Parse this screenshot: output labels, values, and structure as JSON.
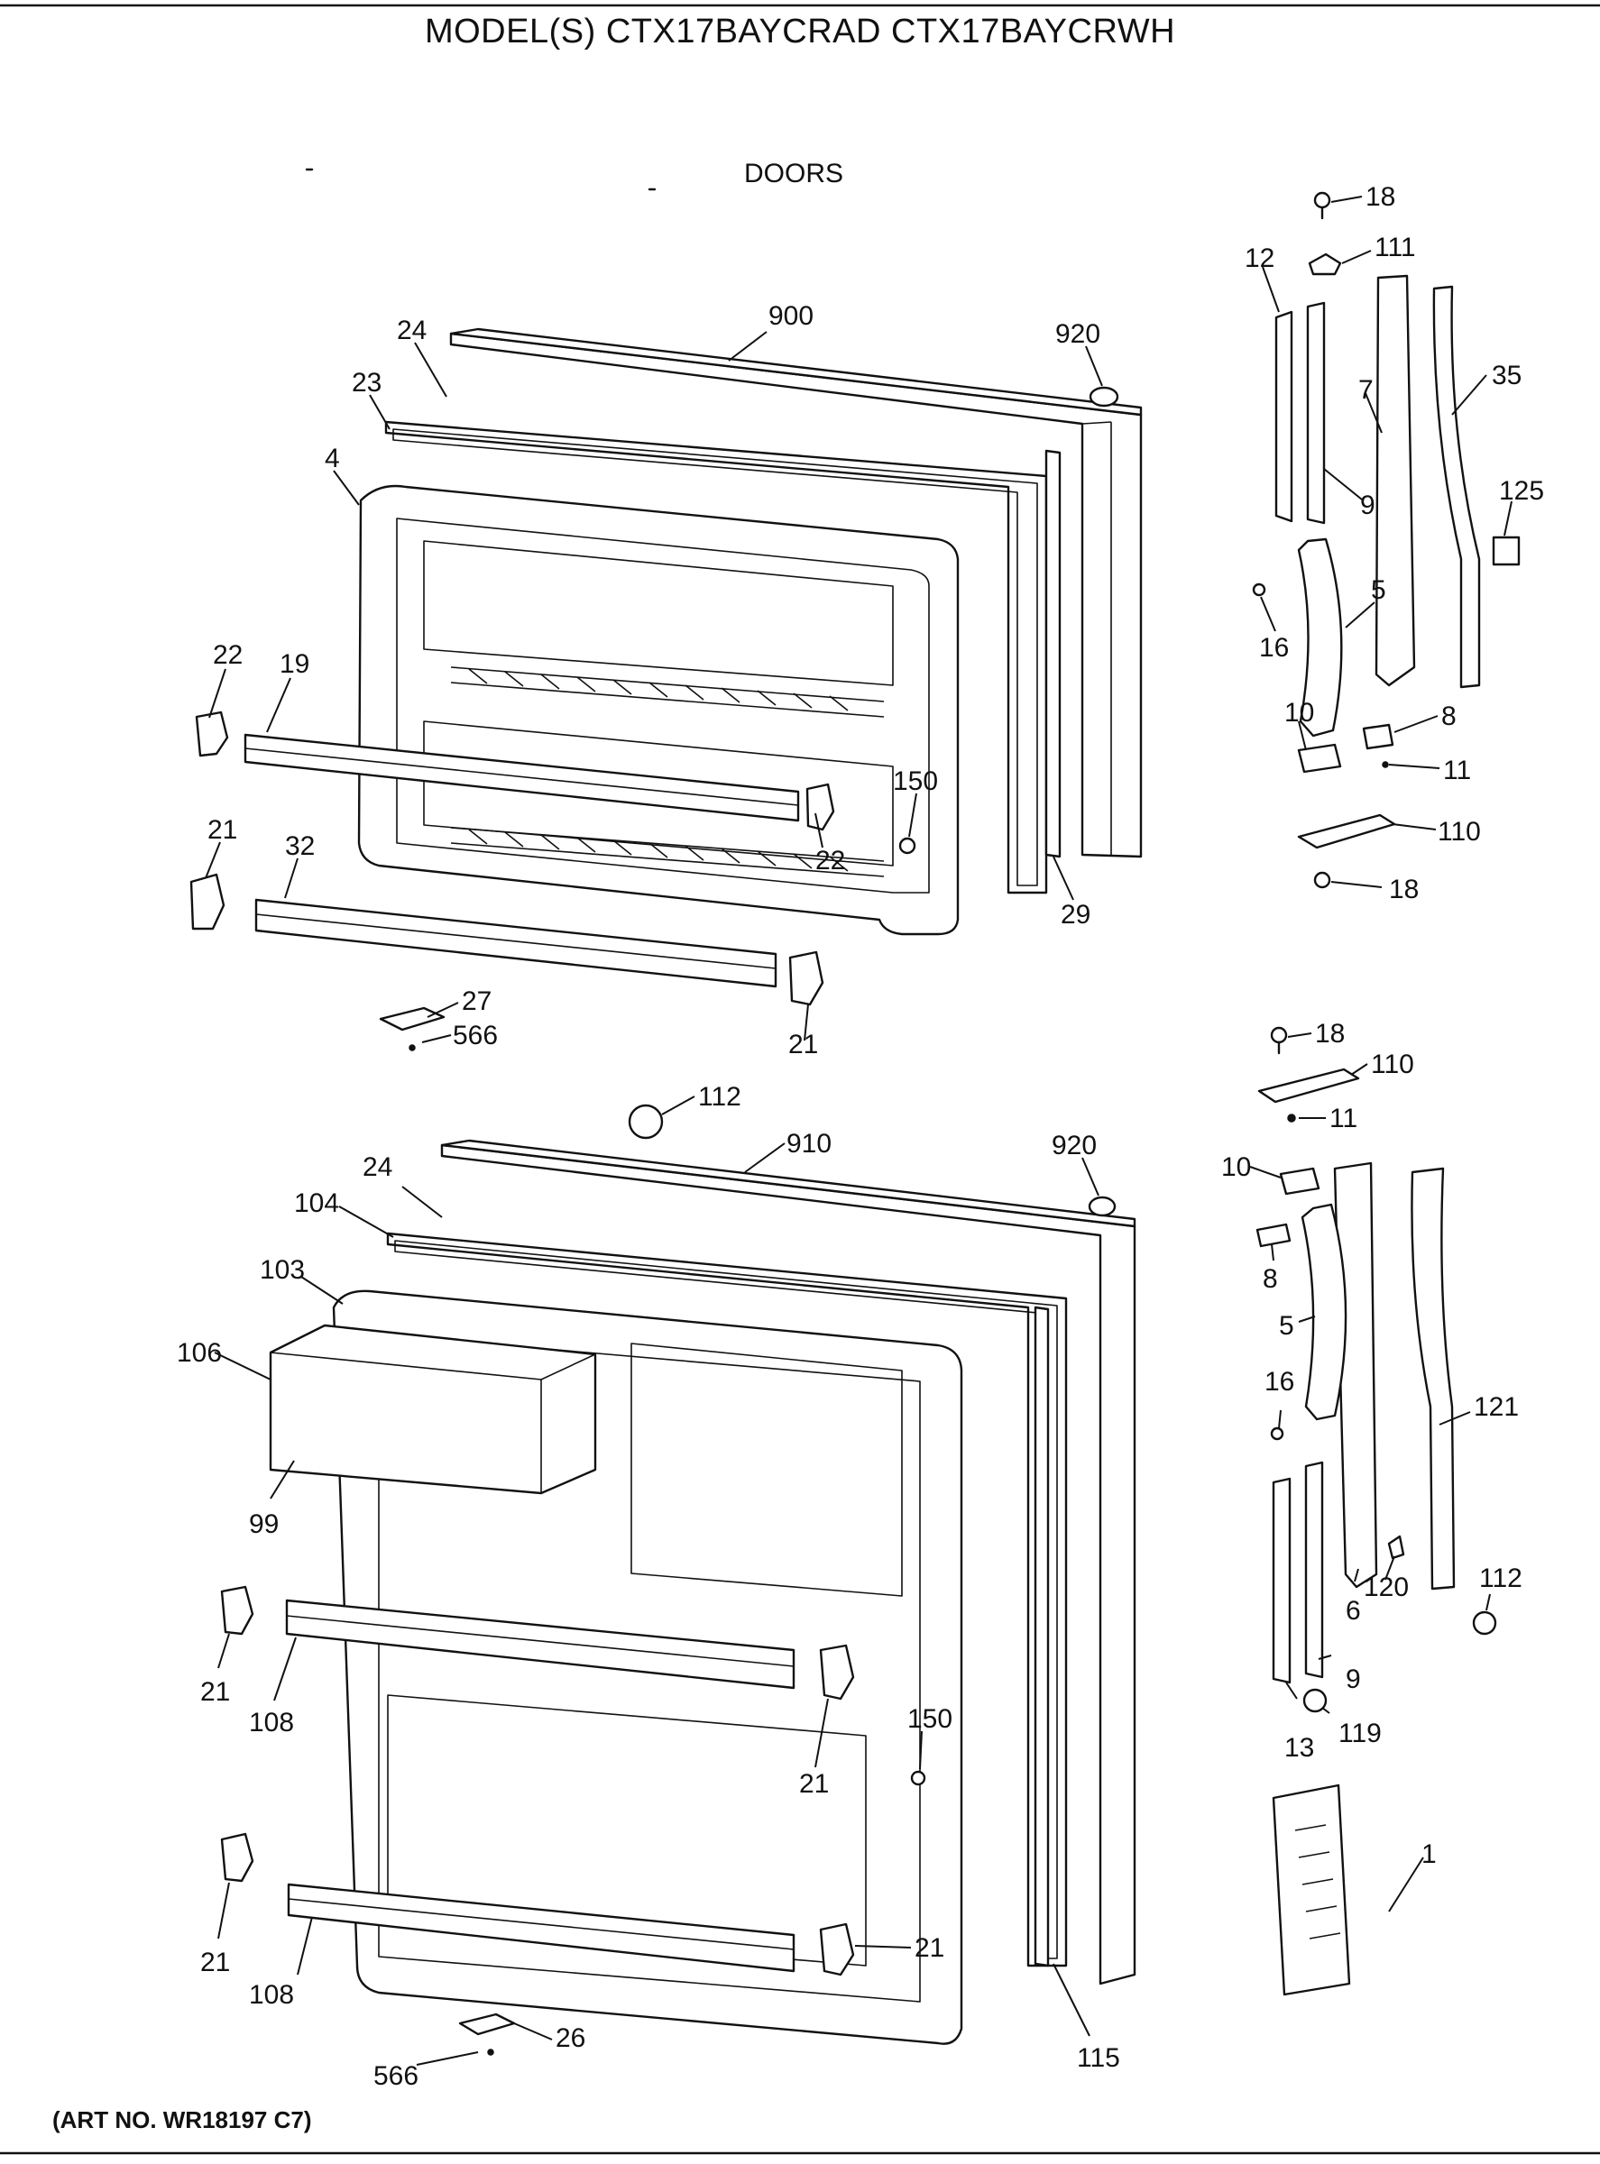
{
  "header": {
    "model_title": "MODEL(S) CTX17BAYCRAD  CTX17BAYCRWH",
    "section_title": "DOORS"
  },
  "footer": {
    "art_number": "(ART NO. WR18197 C7)"
  },
  "callouts": {
    "freezer_door": [
      "24",
      "900",
      "920",
      "23",
      "4",
      "22",
      "19",
      "150",
      "22",
      "21",
      "32",
      "29",
      "27",
      "566",
      "21"
    ],
    "fresh_food_door": [
      "112",
      "910",
      "920",
      "24",
      "104",
      "103",
      "106",
      "99",
      "21",
      "108",
      "150",
      "21",
      "21",
      "108",
      "115",
      "26",
      "566"
    ],
    "freezer_hinge_parts": [
      "18",
      "111",
      "12",
      "7",
      "35",
      "9",
      "125",
      "5",
      "16",
      "10",
      "8",
      "11",
      "110",
      "18"
    ],
    "fresh_food_hinge_parts": [
      "18",
      "110",
      "11",
      "10",
      "8",
      "5",
      "16",
      "121",
      "120",
      "6",
      "112",
      "9",
      "13",
      "119",
      "1"
    ]
  }
}
